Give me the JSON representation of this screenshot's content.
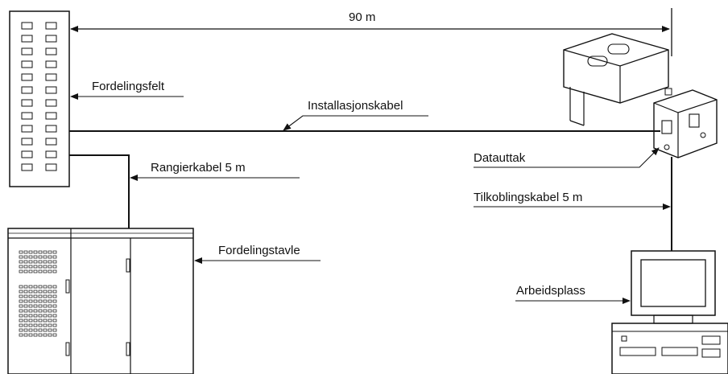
{
  "labels": {
    "distance": "90 m",
    "distribution_panel": "Fordelingsfelt",
    "installation_cable": "Installasjonskabel",
    "patch_cable": "Rangierkabel 5 m",
    "distribution_cabinet": "Fordelingstavle",
    "data_outlet": "Datauttak",
    "connection_cable": "Tilkoblingskabel 5 m",
    "workstation": "Arbeidsplass"
  },
  "colors": {
    "line": "#111111",
    "background": "#ffffff"
  }
}
